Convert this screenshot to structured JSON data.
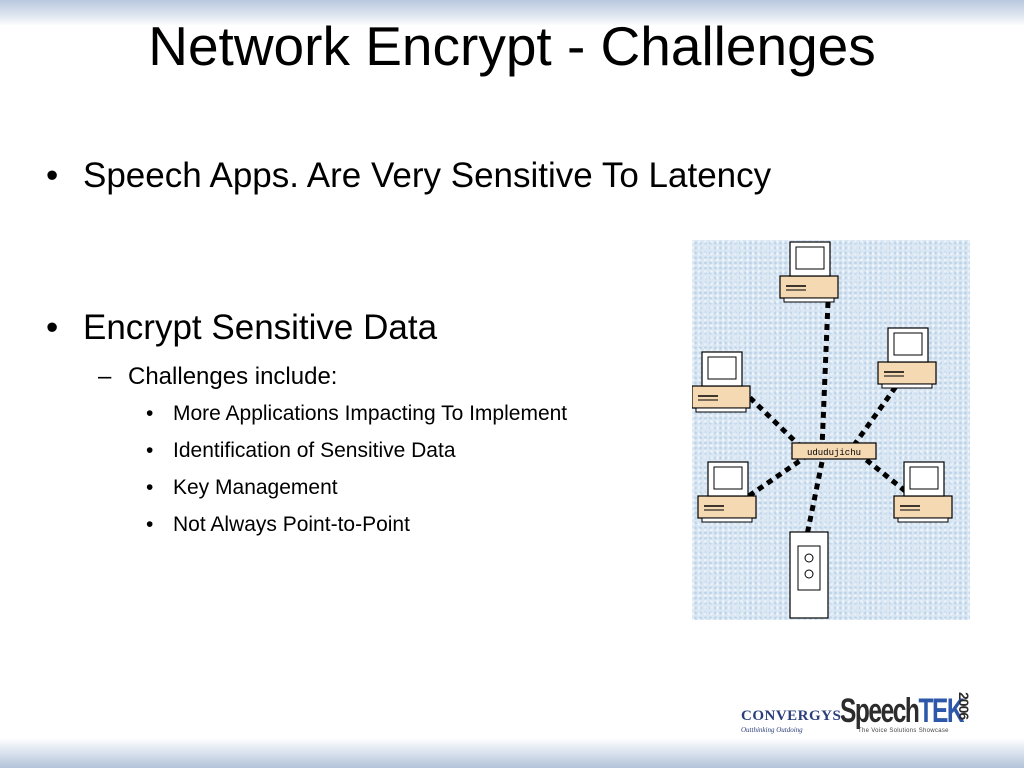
{
  "slide": {
    "title": "Network Encrypt - Challenges",
    "bullets": [
      {
        "marker": "•",
        "text": "Speech Apps. Are Very Sensitive To Latency"
      },
      {
        "marker": "•",
        "text": "Encrypt Sensitive Data"
      }
    ],
    "sub_bullet": {
      "marker": "–",
      "text": "Challenges include:"
    },
    "sub_sub_bullets": [
      {
        "marker": "•",
        "text": "More Applications Impacting To Implement"
      },
      {
        "marker": "•",
        "text": "Identification of Sensitive Data"
      },
      {
        "marker": "•",
        "text": "Key Management"
      },
      {
        "marker": "•",
        "text": "Not Always Point-to-Point"
      }
    ]
  },
  "network_image": {
    "icon": "network-star-topology-icon",
    "hub_label": "ududujichu",
    "colors": {
      "background": "#dbe8f4",
      "computer_base": "#f5d9b3",
      "link": "#000000"
    }
  },
  "logos": {
    "convergys": {
      "name": "CONVERGYS",
      "tagline": "Outthinking Outdoing"
    },
    "speechtek": {
      "speech": "Speech",
      "tek": "TEK",
      "year": "2006",
      "tagline": "The Voice Solutions Showcase"
    }
  },
  "colors": {
    "top_band": "#b9c8de",
    "bottom_band": "#b3c3d9",
    "text": "#000000",
    "speechtek_blue": "#2d57a8"
  }
}
